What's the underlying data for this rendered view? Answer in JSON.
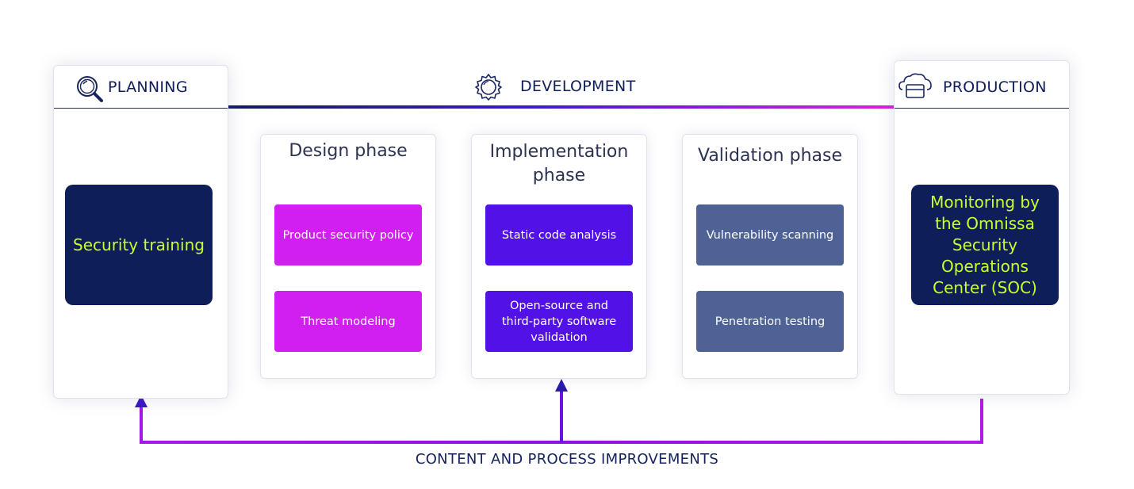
{
  "planning": {
    "label": "PLANNING",
    "box": "Security training"
  },
  "development": {
    "label": "DEVELOPMENT",
    "phases": [
      {
        "title": "Design phase",
        "items": [
          "Product security policy",
          "Threat modeling"
        ]
      },
      {
        "title": "Implementation phase",
        "items": [
          "Static code analysis",
          "Open-source and third-party software validation"
        ]
      },
      {
        "title": "Validation phase",
        "items": [
          "Vulnerability scanning",
          "Penetration testing"
        ]
      }
    ]
  },
  "production": {
    "label": "PRODUCTION",
    "box": "Monitoring by the Omnissa Security Operations Center (SOC)"
  },
  "footer": {
    "label": "CONTENT AND PROCESS IMPROVEMENTS"
  },
  "colors": {
    "magenta": "#d11ff2",
    "violet": "#5211e6",
    "slate": "#4f6296",
    "navy": "#0e1e58",
    "lime": "#c9ff2c",
    "purple_line": "#9b14e8"
  }
}
